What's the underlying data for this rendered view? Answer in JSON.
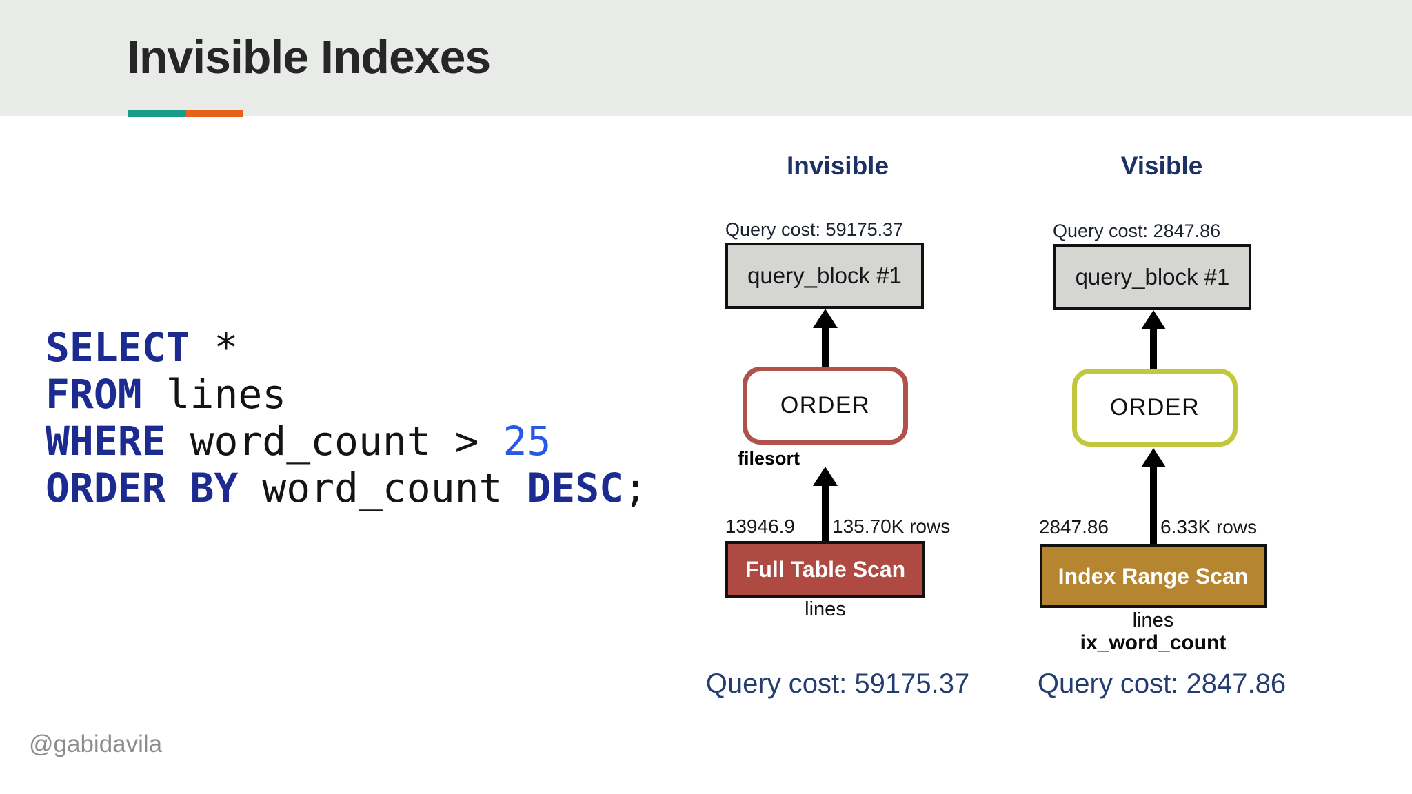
{
  "header": {
    "title": "Invisible Indexes",
    "accent_teal": "#1a9b8a",
    "accent_orange": "#e8611c",
    "background": "#e8ebe8"
  },
  "code": {
    "keyword_color": "#1c2b8f",
    "number_color": "#2759e4",
    "line1": {
      "kw": "SELECT",
      "rest": " *"
    },
    "line2": {
      "kw": "FROM",
      "rest": " lines"
    },
    "line3": {
      "kw": "WHERE",
      "mid": " word_count > ",
      "num": "25"
    },
    "line4": {
      "kw": "ORDER BY",
      "mid": " word_count ",
      "kw2": "DESC",
      "end": ";"
    }
  },
  "diagrams": [
    {
      "heading": "Invisible",
      "top_cost": "Query cost: 59175.37",
      "query_block": "query_block #1",
      "order_label": "ORDER",
      "order_border_color": "#b0524a",
      "order_note": "filesort",
      "edge_cost": "13946.9",
      "edge_rows": "135.70K rows",
      "scan_label": "Full Table Scan",
      "scan_fill_color": "#ae4a42",
      "table_label": "lines",
      "index_label": "",
      "bottom_cost": "Query cost: 59175.37"
    },
    {
      "heading": "Visible",
      "top_cost": "Query cost: 2847.86",
      "query_block": "query_block #1",
      "order_label": "ORDER",
      "order_border_color": "#c2c83e",
      "order_note": "",
      "edge_cost": "2847.86",
      "edge_rows": "6.33K rows",
      "scan_label": "Index Range Scan",
      "scan_fill_color": "#b5852f",
      "table_label": "lines",
      "index_label": "ix_word_count",
      "bottom_cost": "Query cost: 2847.86"
    }
  ],
  "footer": {
    "watermark": "@gabidavila"
  }
}
